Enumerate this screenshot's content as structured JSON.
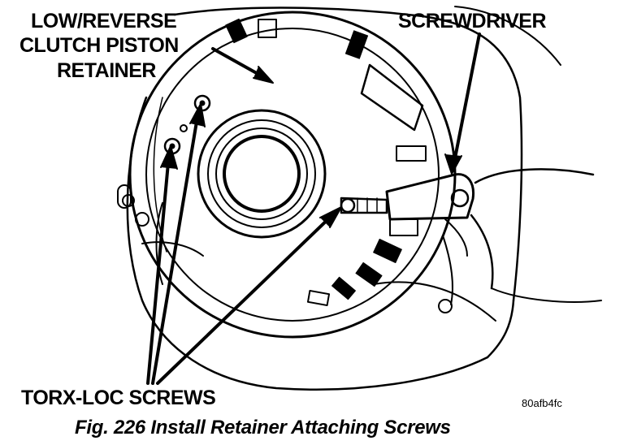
{
  "labels": {
    "low_reverse_line1": "LOW/REVERSE",
    "low_reverse_line2": "CLUTCH PISTON",
    "low_reverse_line3": "RETAINER",
    "screwdriver": "SCREWDRIVER",
    "torx_loc_screws": "TORX-LOC SCREWS"
  },
  "figure": {
    "code": "80afb4fc",
    "caption": "Fig. 226 Install Retainer Attaching Screws"
  }
}
